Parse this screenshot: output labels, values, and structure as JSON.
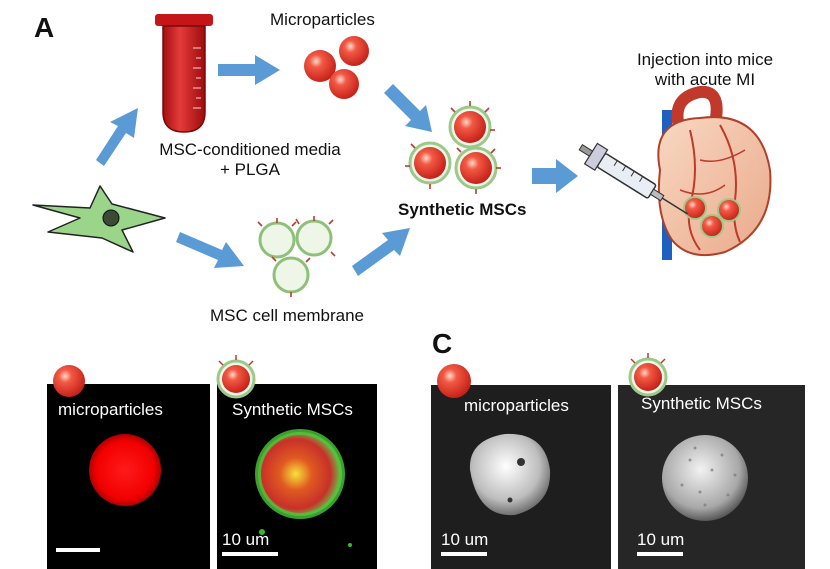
{
  "panels": {
    "a": "A",
    "c": "C"
  },
  "labels": {
    "microparticles": "Microparticles",
    "conditioned_line1": "MSC-conditioned media",
    "conditioned_line2": "+ PLGA",
    "synthetic": "Synthetic MSCs",
    "membrane": "MSC cell membrane",
    "injection_line1": "Injection into mice",
    "injection_line2": "with acute MI"
  },
  "fluorescence": {
    "left_label": "microparticles",
    "right_label": "Synthetic MSCs",
    "scale": "10 um"
  },
  "sem": {
    "left_label": "microparticles",
    "right_label": "Synthetic MSCs",
    "scale_left": "10 um",
    "scale_right": "10 um"
  },
  "colors": {
    "arrow": "#5b9bd5",
    "particle": "#e8332a",
    "cell": "#9ad58a",
    "tube": "#d51d1d"
  }
}
